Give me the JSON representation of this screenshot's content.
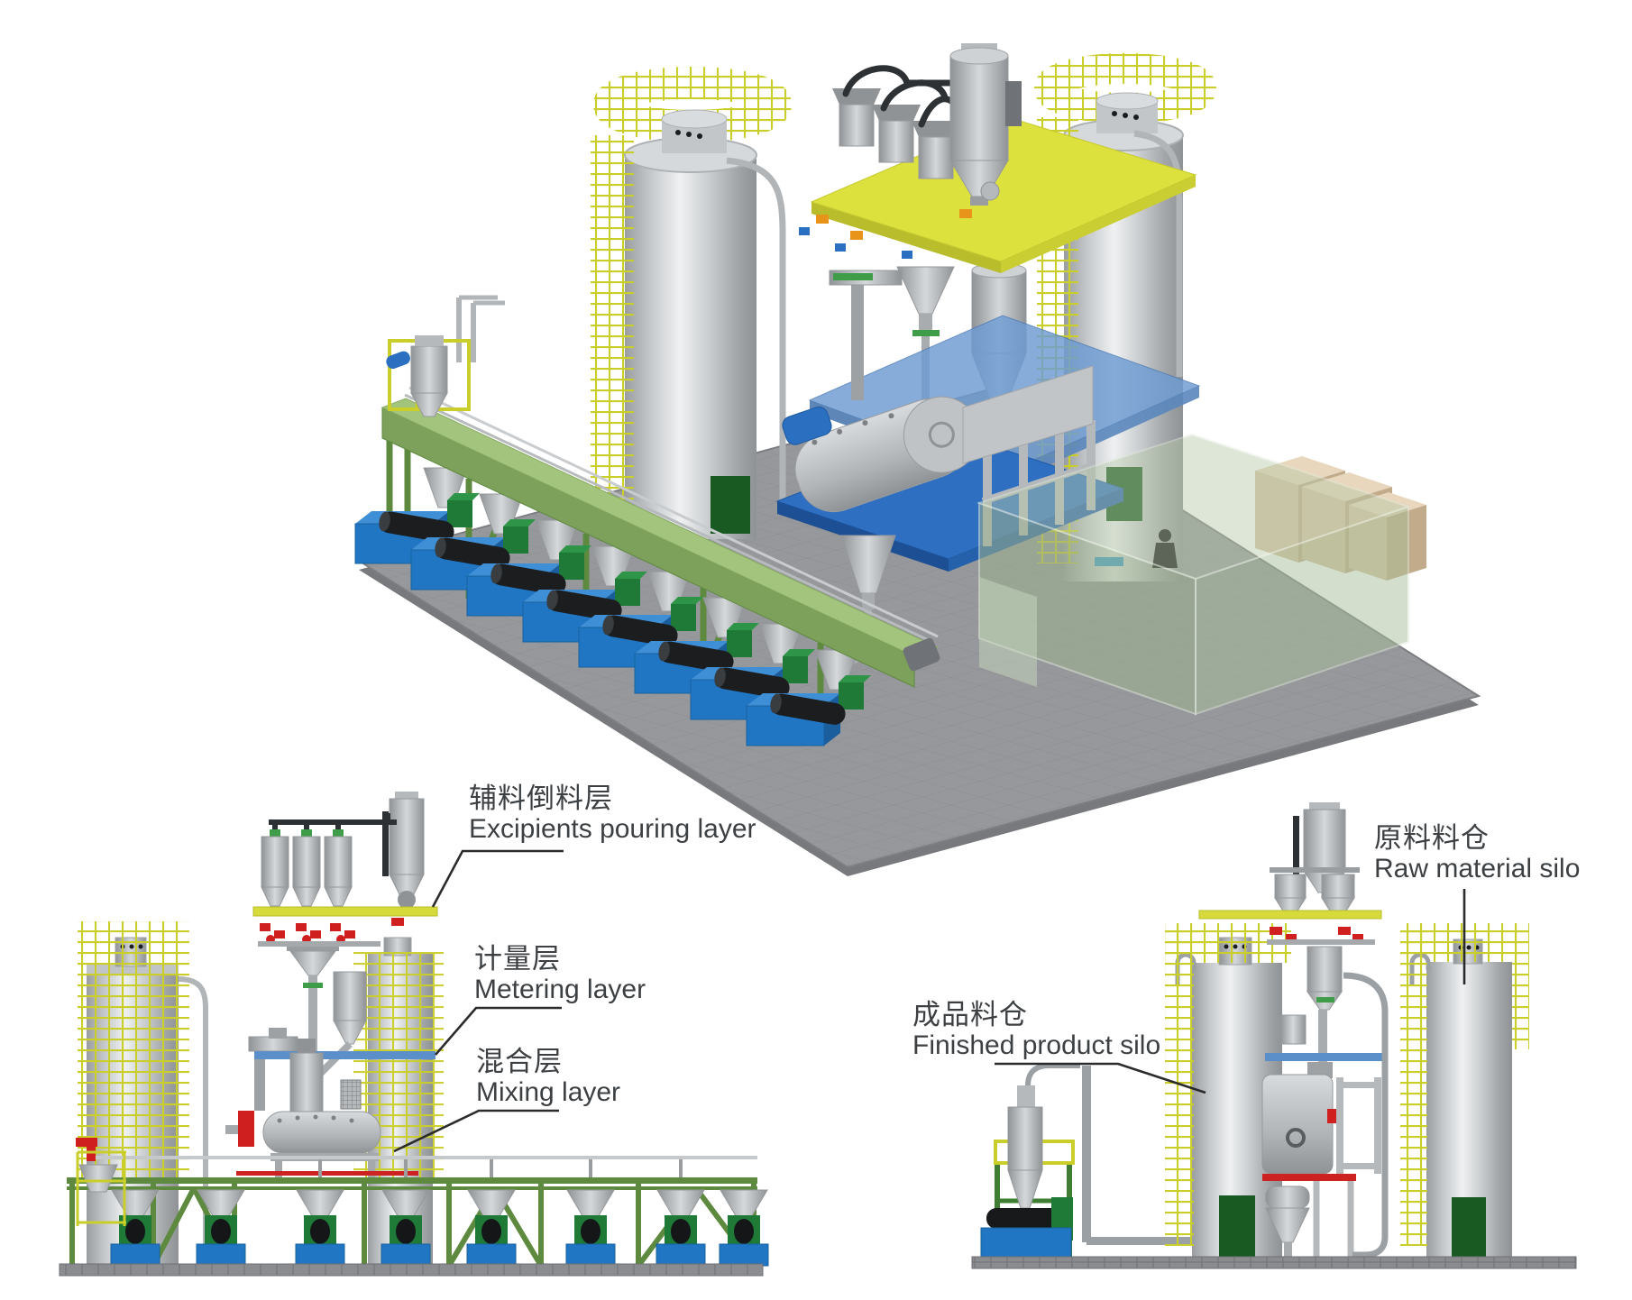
{
  "labels": {
    "excipients_layer": {
      "zh": "辅料倒料层",
      "en": "Excipients pouring layer"
    },
    "metering_layer": {
      "zh": "计量层",
      "en": "Metering layer"
    },
    "mixing_layer": {
      "zh": "混合层",
      "en": "Mixing layer"
    },
    "finished_silo": {
      "zh": "成品料仓",
      "en": "Finished product silo"
    },
    "raw_silo": {
      "zh": "原料料仓",
      "en": "Raw material silo"
    }
  },
  "colors": {
    "background": "#ffffff",
    "label_text": "#3d4043",
    "leader_line": "#2b2b2b",
    "platform_yellow": "#dde13e",
    "platform_blue": "#6d9bd3",
    "platform_bar_blue": "#5b8fc9",
    "deck_blue": "#2e6fc1",
    "cage_yellow": "#c9ce2a",
    "silo_gray_light": "#eff1f2",
    "silo_gray_dark": "#8f9295",
    "conveyor_green": "#7da05a",
    "truss_green": "#5d8a3f",
    "station_box_blue": "#2176c4",
    "motor_box_green": "#1f7a38",
    "screw_tube_black": "#1b1d1f",
    "valve_red": "#cf1f1f",
    "valve_orange": "#e8941a",
    "pipe_black": "#2e3134",
    "enclosure_green": "#a9bf9a",
    "carton_tan": "#d6c2a4",
    "door_green": "#185a22",
    "floor_gray": "#96989b"
  }
}
